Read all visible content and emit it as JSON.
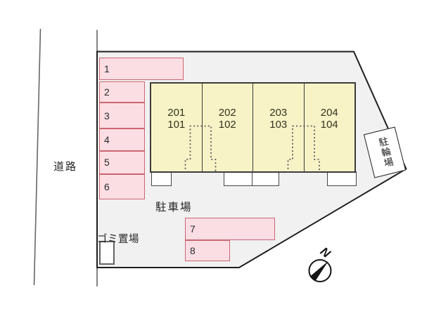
{
  "labels": {
    "road": "道路",
    "parking_lot": "駐車場",
    "garbage_area": "ゴミ置場",
    "bicycle_parking": "駐輪場",
    "compass_north": "N"
  },
  "parking_spaces": [
    {
      "number": "1"
    },
    {
      "number": "2"
    },
    {
      "number": "3"
    },
    {
      "number": "4"
    },
    {
      "number": "5"
    },
    {
      "number": "6"
    },
    {
      "number": "7"
    },
    {
      "number": "8"
    }
  ],
  "building_units": [
    {
      "upper": "201",
      "lower": "101"
    },
    {
      "upper": "202",
      "lower": "102"
    },
    {
      "upper": "203",
      "lower": "103"
    },
    {
      "upper": "204",
      "lower": "104"
    }
  ],
  "colors": {
    "space_fill": "#fbdee4",
    "space_border": "#cb6573",
    "building_fill": "#f8f3c6",
    "building_border": "#3c3c3c",
    "plot_fill": "#f1f1f1",
    "plot_border": "#1f1f1f",
    "road_line": "#666666",
    "dash_line": "#4a4a4a"
  }
}
